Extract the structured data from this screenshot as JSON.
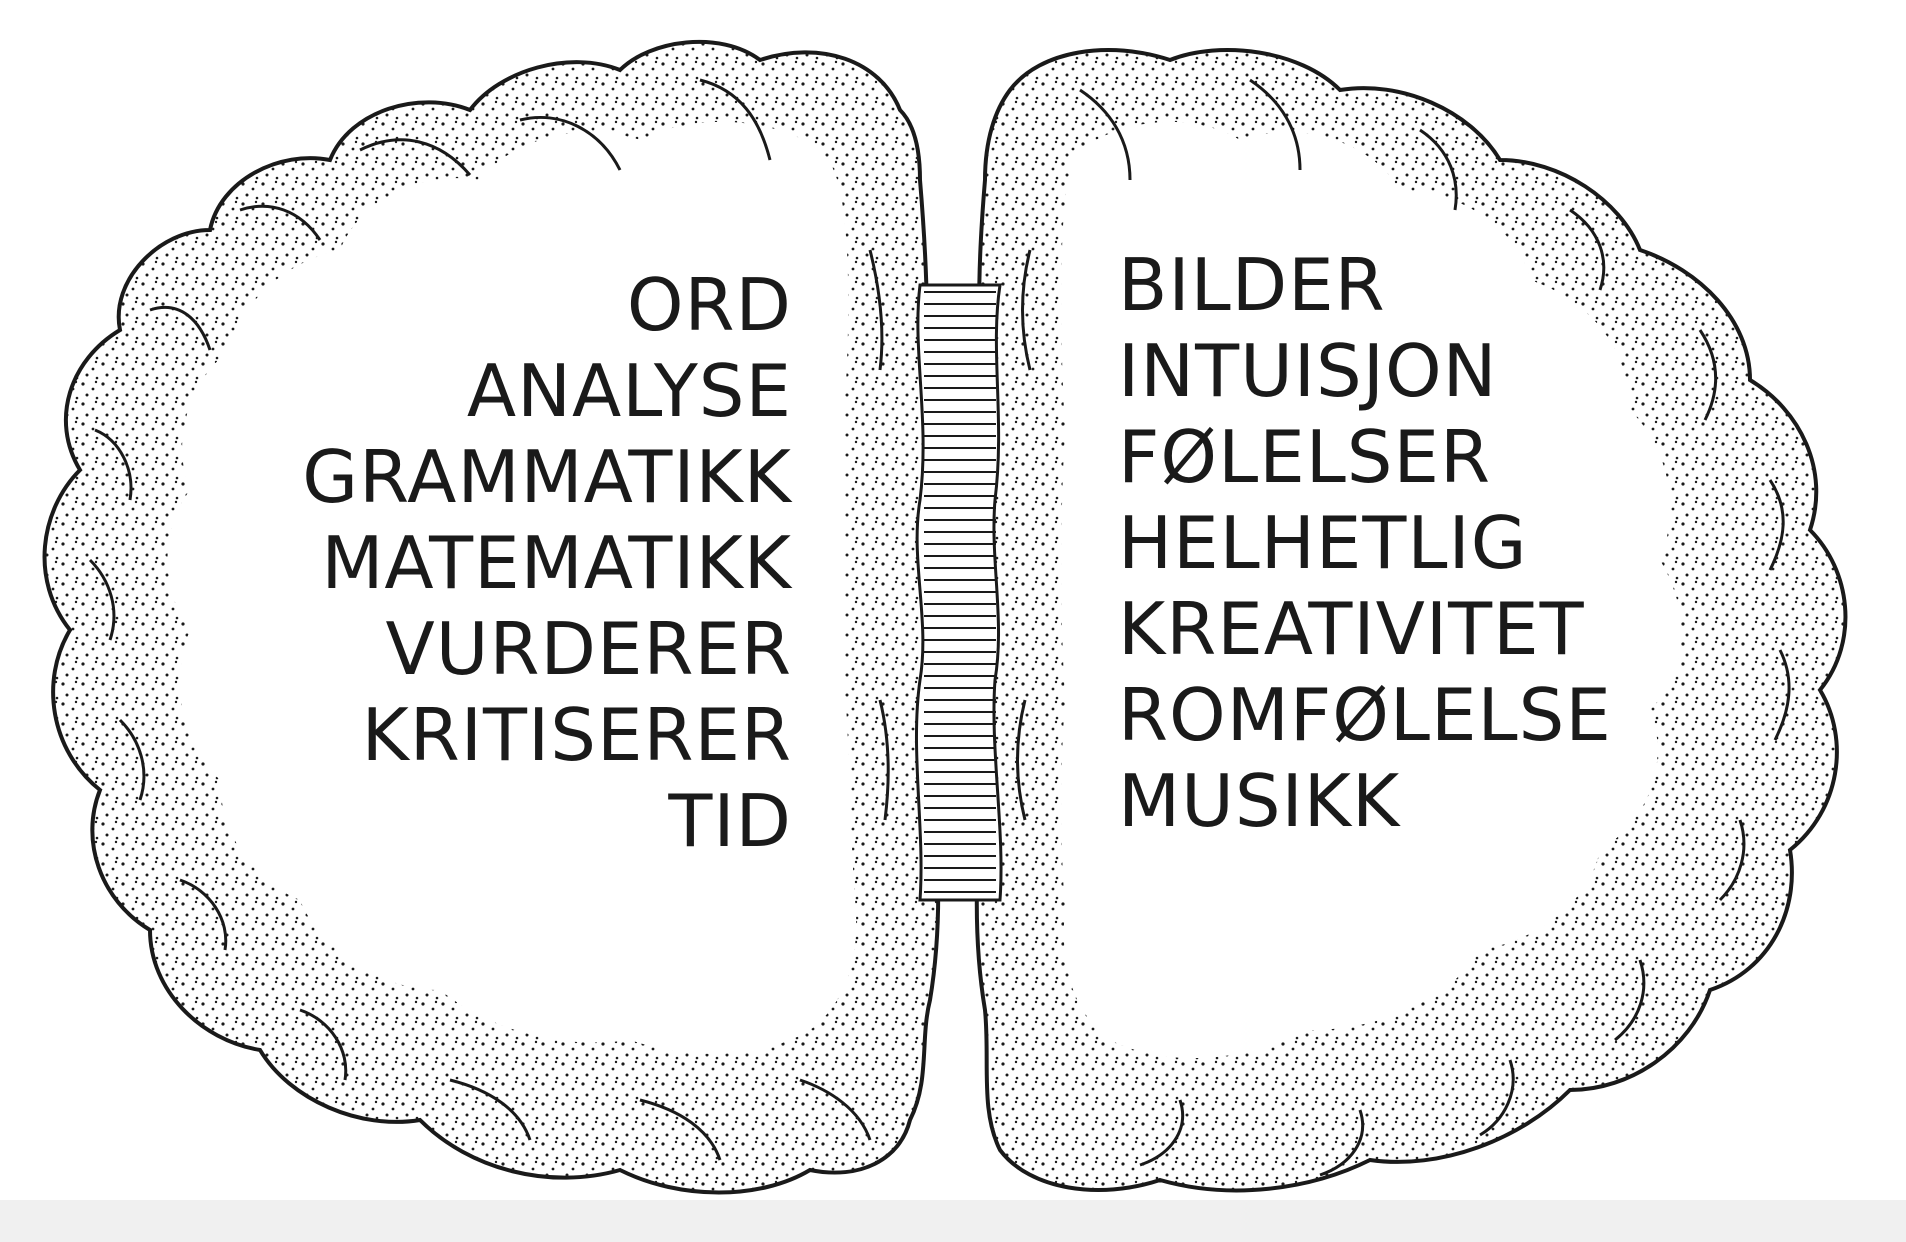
{
  "left_hemisphere": {
    "words": [
      "ORD",
      "ANALYSE",
      "GRAMMATIKK",
      "MATEMATIKK",
      "VURDERER",
      "KRITISERER",
      "TID"
    ]
  },
  "right_hemisphere": {
    "words": [
      "BILDER",
      "INTUISJON",
      "FØLELSER",
      "HELHETLIG",
      "KREATIVITET",
      "ROMFØLELSE",
      "MUSIKK"
    ]
  },
  "colors": {
    "ink": "#1a1a1a",
    "background": "#ffffff",
    "bottom_bar": "#f0f0f0"
  }
}
